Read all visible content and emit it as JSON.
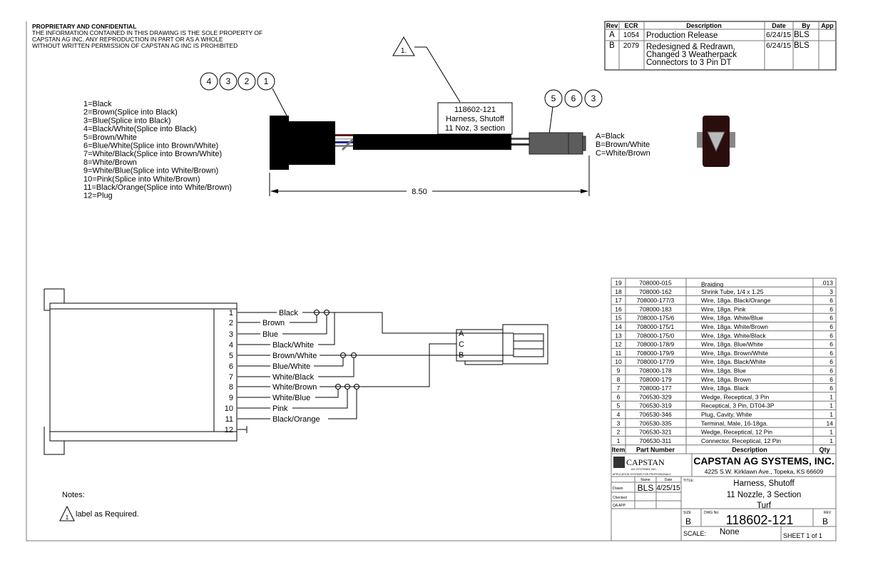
{
  "notice": {
    "title": "PROPRIETARY AND CONFIDENTIAL",
    "lines": [
      "THE INFORMATION CONTAINED IN THIS DRAWING IS THE SOLE PROPERTY OF",
      "CAPSTAN AG INC. ANY REPRODUCTION IN PART OR AS A WHOLE",
      "WITHOUT WRITTEN PERMISSION OF CAPSTAN AG INC IS PROHIBITED"
    ]
  },
  "revisions": {
    "headers": [
      "Rev",
      "ECR",
      "Description",
      "Date",
      "By",
      "App"
    ],
    "rows": [
      {
        "rev": "A",
        "ecr": "1054",
        "desc": [
          "Production Release"
        ],
        "date": "6/24/15",
        "by": "BLS",
        "app": ""
      },
      {
        "rev": "B",
        "ecr": "2079",
        "desc": [
          "Redesigned & Redrawn,",
          "Changed 3 Weatherpack",
          "Connectors to 3 Pin DT"
        ],
        "date": "6/24/15",
        "by": "BLS",
        "app": ""
      }
    ]
  },
  "balloons_left": [
    "4",
    "3",
    "2",
    "1"
  ],
  "balloons_right": [
    "5",
    "6",
    "3"
  ],
  "note_flag": "1.",
  "harness_label": [
    "118602-121",
    "Harness, Shutoff",
    "11 Noz, 3 section"
  ],
  "pin_legend": [
    "1=Black",
    "2=Brown(Splice into Black)",
    "3=Blue(Splice into Black)",
    "4=Black/White(Splice into Black)",
    "5=Brown/White",
    "6=Blue/White(Splice into Brown/White)",
    "7=White/Black(Splice into Brown/White)",
    "8=White/Brown",
    "9=White/Blue(Splice into White/Brown)",
    "10=Pink(Splice into White/Brown)",
    "11=Black/Orange(Splice into White/Brown)",
    "12=Plug"
  ],
  "dt_legend": [
    "A=Black",
    "B=Brown/White",
    "C=White/Brown"
  ],
  "dimension": "8.50",
  "schematic": {
    "pins": [
      "1",
      "2",
      "3",
      "4",
      "5",
      "6",
      "7",
      "8",
      "9",
      "10",
      "11",
      "12"
    ],
    "wires": [
      "Black",
      "Brown",
      "Blue",
      "Black/White",
      "Brown/White",
      "Blue/White",
      "White/Black",
      "White/Brown",
      "White/Blue",
      "Pink",
      "Black/Orange"
    ],
    "dt_pins": [
      "A",
      "C",
      "B"
    ]
  },
  "bom": {
    "headers": [
      "Item",
      "Part Number",
      "Description",
      "Qty"
    ],
    "rows": [
      [
        "19",
        "708000-015",
        "Braiding",
        ".013"
      ],
      [
        "18",
        "708000-162",
        "Shrink Tube, 1/4 x 1.25",
        "3"
      ],
      [
        "17",
        "708000-177/3",
        "Wire, 18ga. Black/Orange",
        "6"
      ],
      [
        "16",
        "708000-183",
        "Wire, 18ga. Pink",
        "6"
      ],
      [
        "15",
        "708000-175/6",
        "Wire, 18ga. White/Blue",
        "6"
      ],
      [
        "14",
        "708000-175/1",
        "Wire, 18ga. White/Brown",
        "6"
      ],
      [
        "13",
        "708000-175/0",
        "Wire, 18ga. White/Black",
        "6"
      ],
      [
        "12",
        "708000-178/9",
        "Wire, 18ga. Blue/White",
        "6"
      ],
      [
        "11",
        "708000-179/9",
        "Wire, 18ga. Brown/White",
        "6"
      ],
      [
        "10",
        "708000-177/9",
        "Wire, 18ga. Black/White",
        "6"
      ],
      [
        "9",
        "708000-178",
        "Wire, 18ga. Blue",
        "6"
      ],
      [
        "8",
        "708000-179",
        "Wire, 18ga. Brown",
        "6"
      ],
      [
        "7",
        "708000-177",
        "Wire, 18ga. Black",
        "6"
      ],
      [
        "6",
        "706530-329",
        "Wedge, Receptical, 3 Pin",
        "1"
      ],
      [
        "5",
        "706530-319",
        "Receptical, 3 Pin, DT04-3P",
        "1"
      ],
      [
        "4",
        "706530-346",
        "Plug, Cavity, White",
        "1"
      ],
      [
        "3",
        "706530-335",
        "Terminal, Male, 16-18ga.",
        "14"
      ],
      [
        "2",
        "706530-321",
        "Wedge, Receptical, 12 Pin",
        "1"
      ],
      [
        "1",
        "706530-311",
        "Connector, Receptical, 12 Pin",
        "1"
      ]
    ]
  },
  "title_block": {
    "logo_name": "CAPSTAN",
    "logo_sub": "AG SYSTEMS, INC.",
    "logo_tagline": "APPLICATION SYSTEMS FOR PROFESSIONALS",
    "company": "CAPSTAN AG SYSTEMS, INC.",
    "address": "4225 S.W. Kirklawn Ave., Topeka, KS 66609",
    "name_label": "Name",
    "date_label": "Date",
    "drawn_label": "Drawn",
    "checked_label": "Checked",
    "qa_label": "QA APP",
    "drawn_name": "BLS",
    "drawn_date": "4/25/15",
    "title_label": "TITLE:",
    "title_lines": [
      "Harness, Shutoff",
      "11 Nozzle, 3 Section",
      "Turf"
    ],
    "size_label": "SIZE",
    "size": "B",
    "dwg_label": "DWG No:",
    "dwg_no": "118602-121",
    "rev_label": "REV",
    "rev": "B",
    "scale_label": "SCALE:",
    "scale": "None",
    "sheet": "SHEET 1 of 1"
  },
  "notes": {
    "heading": "Notes:",
    "flag": "1",
    "items": [
      "label as Required."
    ]
  }
}
